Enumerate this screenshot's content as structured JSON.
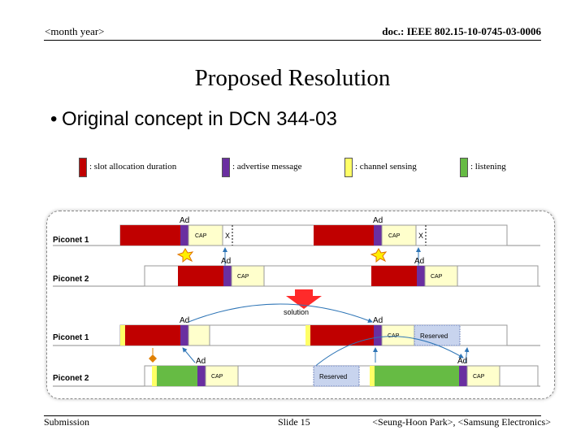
{
  "header": {
    "left": "<month year>",
    "right": "doc.: IEEE 802.15-10-0745-03-0006"
  },
  "title": "Proposed Resolution",
  "bullet": "Original concept in DCN 344-03",
  "legend": [
    {
      "label": ": slot allocation duration",
      "color": "#c00000"
    },
    {
      "label": ": advertise message",
      "color": "#6a2fa0"
    },
    {
      "label": ": channel sensing",
      "color": "#ffff66"
    },
    {
      "label": ": listening",
      "color": "#66bb44"
    }
  ],
  "diagram": {
    "piconet1": "Piconet 1",
    "piconet2": "Piconet 2",
    "ad": "Ad",
    "cap": "CAP",
    "reserved": "Reserved",
    "solution": "solution",
    "x_mark": "X"
  },
  "footer": {
    "left": "Submission",
    "center": "Slide 15",
    "right": "<Seung-Hoon Park>, <Samsung Electronics>"
  }
}
